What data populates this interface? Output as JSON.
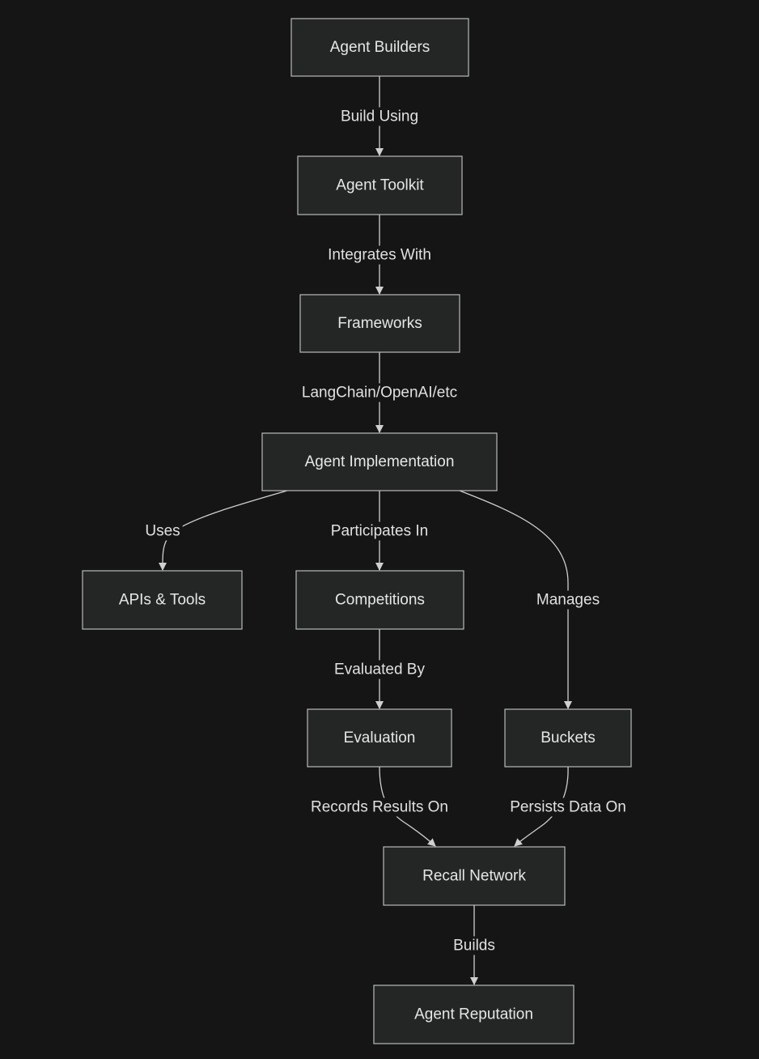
{
  "diagram": {
    "nodes": [
      {
        "id": "agent_builders",
        "label": "Agent Builders"
      },
      {
        "id": "agent_toolkit",
        "label": "Agent Toolkit"
      },
      {
        "id": "frameworks",
        "label": "Frameworks"
      },
      {
        "id": "agent_implementation",
        "label": "Agent Implementation"
      },
      {
        "id": "apis_tools",
        "label": "APIs & Tools"
      },
      {
        "id": "competitions",
        "label": "Competitions"
      },
      {
        "id": "evaluation",
        "label": "Evaluation"
      },
      {
        "id": "buckets",
        "label": "Buckets"
      },
      {
        "id": "recall_network",
        "label": "Recall Network"
      },
      {
        "id": "agent_reputation",
        "label": "Agent Reputation"
      }
    ],
    "edges": [
      {
        "from": "agent_builders",
        "to": "agent_toolkit",
        "label": "Build Using"
      },
      {
        "from": "agent_toolkit",
        "to": "frameworks",
        "label": "Integrates With"
      },
      {
        "from": "frameworks",
        "to": "agent_implementation",
        "label": "LangChain/OpenAI/etc"
      },
      {
        "from": "agent_implementation",
        "to": "apis_tools",
        "label": "Uses"
      },
      {
        "from": "agent_implementation",
        "to": "competitions",
        "label": "Participates In"
      },
      {
        "from": "agent_implementation",
        "to": "buckets",
        "label": "Manages"
      },
      {
        "from": "competitions",
        "to": "evaluation",
        "label": "Evaluated By"
      },
      {
        "from": "evaluation",
        "to": "recall_network",
        "label": "Records Results On"
      },
      {
        "from": "buckets",
        "to": "recall_network",
        "label": "Persists Data On"
      },
      {
        "from": "recall_network",
        "to": "agent_reputation",
        "label": "Builds"
      }
    ]
  }
}
